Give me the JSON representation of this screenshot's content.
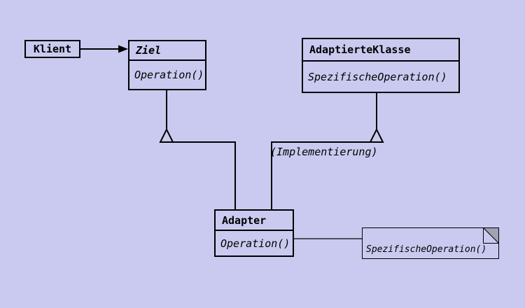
{
  "theme": {
    "bg": "#cacaf0",
    "line": "#000000",
    "fold": "#a2a2b4",
    "text": "#000000"
  },
  "diagram": {
    "nodes": {
      "klient": {
        "label": "Klient"
      },
      "ziel": {
        "title": "Ziel",
        "method": "Operation()"
      },
      "adaptierte_klasse": {
        "title": "AdaptierteKlasse",
        "method": "SpezifischeOperation()"
      },
      "adapter": {
        "title": "Adapter",
        "method": "Operation()"
      },
      "note": {
        "text": "SpezifischeOperation()"
      }
    },
    "labels": {
      "implementierung": "(Implementierung)"
    }
  }
}
